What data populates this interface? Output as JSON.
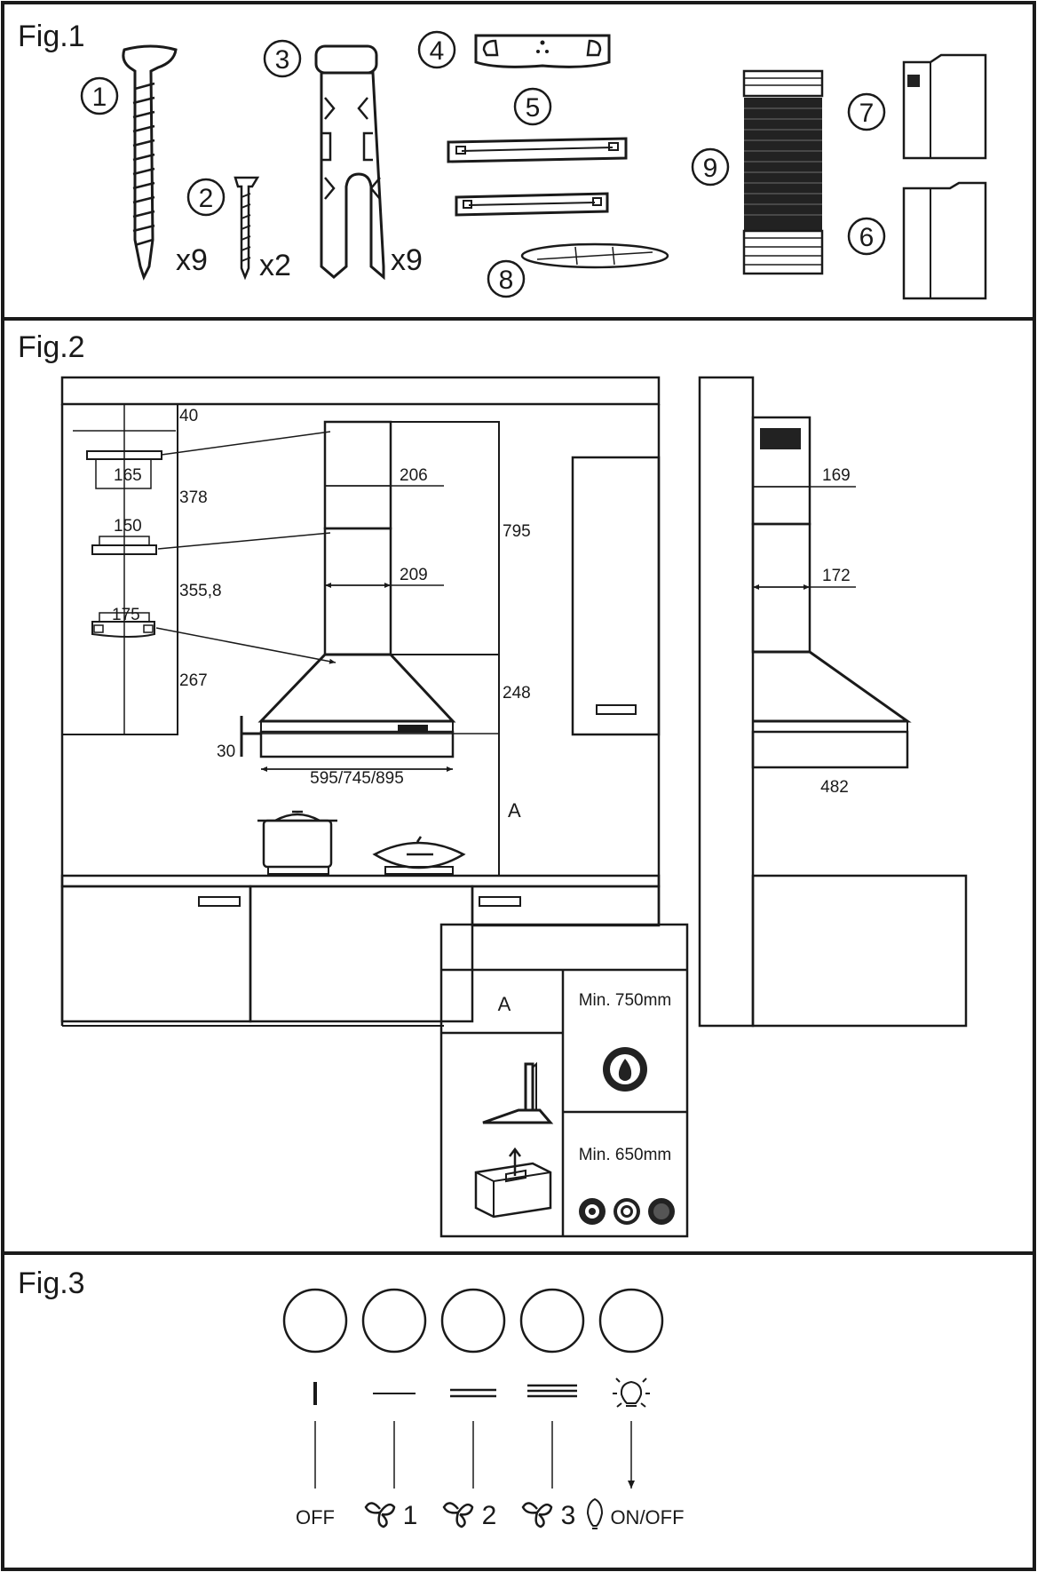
{
  "colors": {
    "line": "#1a1a1a",
    "background": "#ffffff",
    "dark_fill": "#222222"
  },
  "fig1": {
    "title": "Fig.1",
    "parts": [
      {
        "number": "1",
        "quantity": "x9",
        "icon": "long-screw-icon"
      },
      {
        "number": "2",
        "quantity": "x2",
        "icon": "small-screw-icon"
      },
      {
        "number": "3",
        "quantity": "x9",
        "icon": "wall-plug-icon"
      },
      {
        "number": "4",
        "quantity": "",
        "icon": "hanging-bracket-icon"
      },
      {
        "number": "5",
        "quantity": "",
        "icon": "chimney-bracket-icon"
      },
      {
        "number": "6",
        "quantity": "",
        "icon": "lower-chimney-cover-icon"
      },
      {
        "number": "7",
        "quantity": "",
        "icon": "upper-chimney-cover-icon"
      },
      {
        "number": "8",
        "quantity": "",
        "icon": "air-outlet-flange-icon"
      },
      {
        "number": "9",
        "quantity": "",
        "icon": "flexible-duct-icon"
      }
    ]
  },
  "fig2": {
    "title": "Fig.2",
    "front_dims": {
      "top": "40",
      "w1": "165",
      "v1": "378",
      "w2": "150",
      "v2": "355,8",
      "w3": "175",
      "v3": "267",
      "duct_upper": "206",
      "duct_lower": "209",
      "height_total": "795",
      "hood_height": "248",
      "thickness": "30",
      "widths": "595/745/895",
      "distance_label": "A"
    },
    "side_dims": {
      "duct_upper": "169",
      "duct_lower": "172",
      "depth": "482"
    },
    "table": {
      "header": "A",
      "gas_min": "Min. 750mm",
      "electric_min": "Min. 650mm",
      "icons": [
        "hood-icon",
        "ducting-box-icon",
        "gas-flame-icon",
        "electric-hob-icon"
      ]
    }
  },
  "fig3": {
    "title": "Fig.3",
    "buttons": [
      {
        "label": "OFF",
        "icon": "off-bar-icon"
      },
      {
        "label": "1",
        "icon": "speed-1-icon"
      },
      {
        "label": "2",
        "icon": "speed-2-icon"
      },
      {
        "label": "3",
        "icon": "speed-3-icon"
      },
      {
        "label": "ON/OFF",
        "icon": "light-bulb-icon"
      }
    ]
  }
}
